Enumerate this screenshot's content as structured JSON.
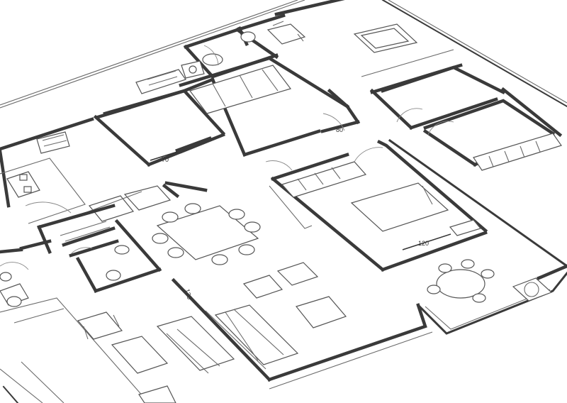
{
  "diagram": {
    "type": "floor-plan",
    "view": "isometric",
    "dimension_labels": {
      "bedroom_a_door": "70",
      "bathroom_door": "80",
      "master_bedroom_opening": "120",
      "living_side_opening": "120"
    },
    "colors": {
      "wall": "#3a3a3a",
      "line": "#6a6a6a",
      "background": "#ffffff"
    }
  }
}
